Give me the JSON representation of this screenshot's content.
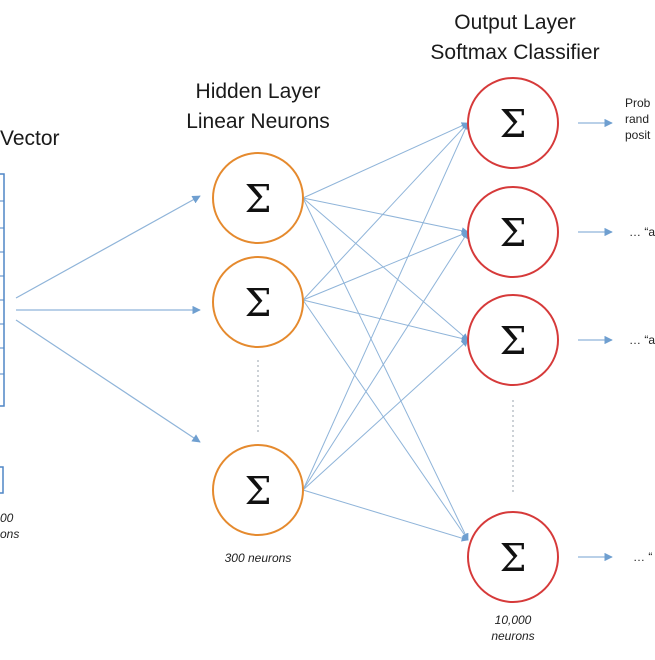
{
  "input_layer": {
    "title_fragment": "Vector",
    "caption_line1": "00",
    "caption_line2": "ons"
  },
  "hidden_layer": {
    "title_line1": "Hidden Layer",
    "title_line2": "Linear Neurons",
    "neuron_symbol": "Σ",
    "caption": "300 neurons",
    "node_color": "#e58a2e"
  },
  "output_layer": {
    "title_line1": "Output Layer",
    "title_line2": "Softmax Classifier",
    "neuron_symbol": "Σ",
    "caption_line1": "10,000",
    "caption_line2": "neurons",
    "node_color": "#d63a3a"
  },
  "output_labels": {
    "first_line1": "Prob",
    "first_line2": "rand",
    "first_line3": "posit",
    "second": "… “a",
    "third": "… “a",
    "fourth": "… “"
  },
  "colors": {
    "connection": "#8fb4d9",
    "input_vector": "#4f86c6"
  }
}
